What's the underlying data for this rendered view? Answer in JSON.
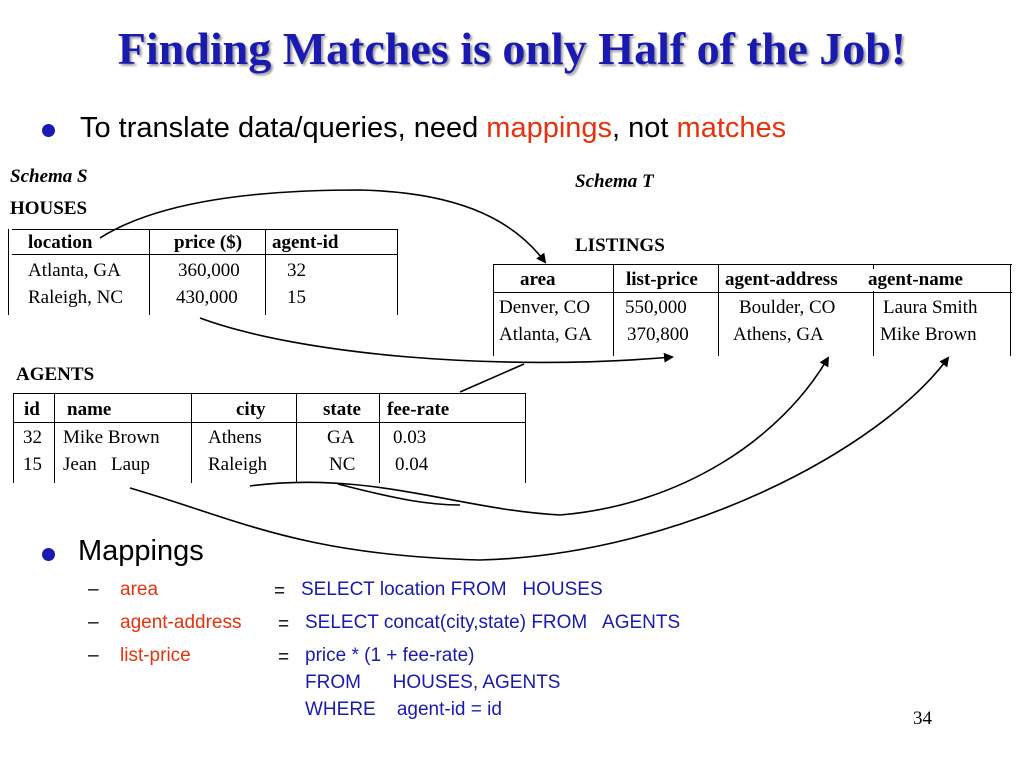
{
  "slide": {
    "title": "Finding Matches is only Half of the Job!",
    "bullet1": {
      "prefix": "To translate data/queries, need ",
      "term1": "mappings",
      "middle": ", not ",
      "term2": "matches"
    },
    "page_number": "34"
  },
  "schema_s": {
    "label": "Schema S",
    "houses": {
      "name": "HOUSES",
      "columns": [
        "location",
        "price ($)",
        "agent-id"
      ],
      "rows": [
        [
          "Atlanta, GA",
          "360,000",
          "32"
        ],
        [
          "Raleigh, NC",
          "430,000",
          "15"
        ]
      ]
    },
    "agents": {
      "name": "AGENTS",
      "columns": [
        "id",
        "name",
        "city",
        "state",
        "fee-rate"
      ],
      "rows": [
        [
          "32",
          "Mike Brown",
          "Athens",
          "GA",
          "0.03"
        ],
        [
          "15",
          "Jean   Laup",
          "Raleigh",
          "NC",
          "0.04"
        ]
      ]
    }
  },
  "schema_t": {
    "label": "Schema T",
    "listings": {
      "name": "LISTINGS",
      "columns": [
        "area",
        "list-price",
        "agent-address",
        "agent-name"
      ],
      "rows": [
        [
          "Denver, CO",
          "550,000",
          "Boulder, CO",
          "Laura Smith"
        ],
        [
          "Atlanta, GA",
          "370,800",
          "Athens, GA",
          "Mike Brown"
        ]
      ]
    }
  },
  "mappings": {
    "heading": "Mappings",
    "items": [
      {
        "dash": "–",
        "target": "area",
        "eq": "=",
        "lines": [
          "SELECT location FROM   HOUSES"
        ]
      },
      {
        "dash": "–",
        "target": "agent-address",
        "eq": "=",
        "lines": [
          "SELECT concat(city,state) FROM   AGENTS"
        ]
      },
      {
        "dash": "–",
        "target": "list-price",
        "eq": "=",
        "lines": [
          "price * (1 + fee-rate)",
          "FROM      HOUSES, AGENTS",
          "WHERE    agent-id = id"
        ]
      }
    ]
  },
  "colors": {
    "title": "#1a1ab0",
    "accent_red": "#e8320e",
    "sql_blue": "#1a1ab0"
  }
}
